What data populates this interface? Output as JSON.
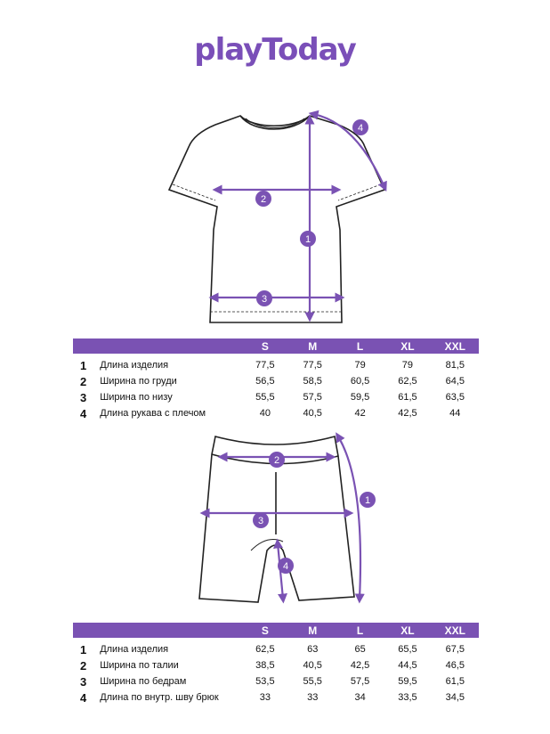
{
  "brand": {
    "logo_text": "playToday",
    "accent_color": "#7a52b3"
  },
  "tables": [
    {
      "headers": [
        "",
        "",
        "S",
        "M",
        "L",
        "XL",
        "XXL"
      ],
      "rows": [
        {
          "num": "1",
          "name": "Длина изделия",
          "values": [
            "77,5",
            "77,5",
            "79",
            "79",
            "81,5"
          ]
        },
        {
          "num": "2",
          "name": "Ширина по груди",
          "values": [
            "56,5",
            "58,5",
            "60,5",
            "62,5",
            "64,5"
          ]
        },
        {
          "num": "3",
          "name": "Ширина по низу",
          "values": [
            "55,5",
            "57,5",
            "59,5",
            "61,5",
            "63,5"
          ]
        },
        {
          "num": "4",
          "name": "Длина рукава с плечом",
          "values": [
            "40",
            "40,5",
            "42",
            "42,5",
            "44"
          ]
        }
      ]
    },
    {
      "headers": [
        "",
        "",
        "S",
        "M",
        "L",
        "XL",
        "XXL"
      ],
      "rows": [
        {
          "num": "1",
          "name": "Длина изделия",
          "values": [
            "62,5",
            "63",
            "65",
            "65,5",
            "67,5"
          ]
        },
        {
          "num": "2",
          "name": "Ширина по талии",
          "values": [
            "38,5",
            "40,5",
            "42,5",
            "44,5",
            "46,5"
          ]
        },
        {
          "num": "3",
          "name": "Ширина по бедрам",
          "values": [
            "53,5",
            "55,5",
            "57,5",
            "59,5",
            "61,5"
          ]
        },
        {
          "num": "4",
          "name": "Длина по внутр. шву брюк",
          "values": [
            "33",
            "33",
            "34",
            "33,5",
            "34,5"
          ]
        }
      ]
    }
  ],
  "shirt_markers": [
    "1",
    "2",
    "3",
    "4"
  ],
  "shorts_markers": [
    "1",
    "2",
    "3",
    "4"
  ]
}
